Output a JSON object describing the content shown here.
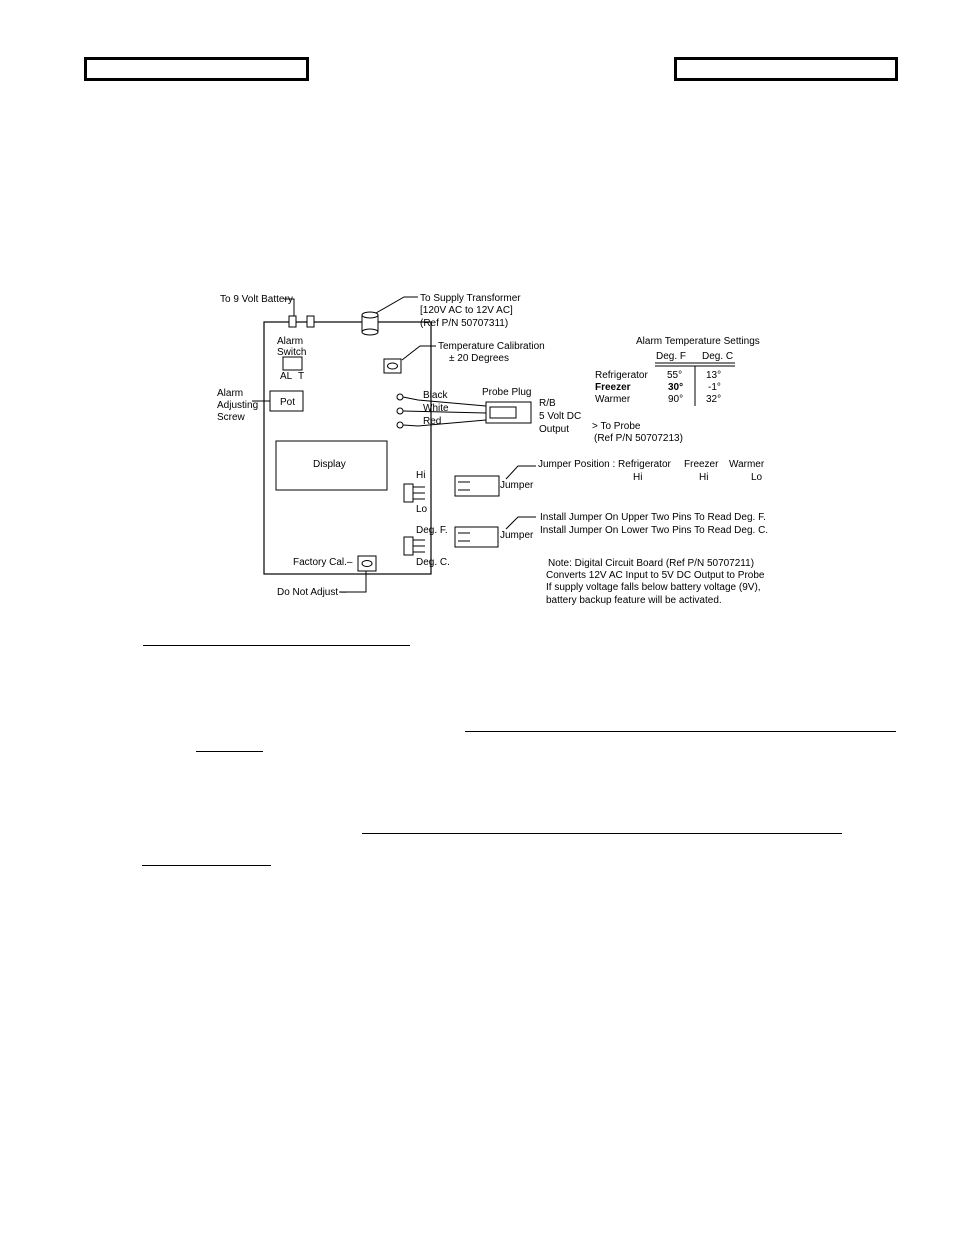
{
  "header": {
    "left_box": "",
    "right_box": ""
  },
  "diagram": {
    "to_battery": "To 9 Volt Battery",
    "to_transformer": "To Supply Transformer",
    "transformer_spec": "[120V AC to 12V AC]",
    "transformer_ref": "(Ref P/N 50707311)",
    "alarm_switch_1": "Alarm",
    "alarm_switch_2": "Switch",
    "switch_al": "AL",
    "switch_t": "T",
    "temp_cal_1": "Temperature Calibration",
    "temp_cal_2": "± 20 Degrees",
    "alarm_adj_1": "Alarm",
    "alarm_adj_2": "Adjusting",
    "alarm_adj_3": "Screw",
    "pot": "Pot",
    "probe_plug": "Probe Plug",
    "wire_black": "Black",
    "wire_white": "White",
    "wire_red": "Red",
    "rb": "R/B",
    "five_volt_1": "5 Volt DC",
    "five_volt_2": "Output",
    "display": "Display",
    "hi": "Hi",
    "lo": "Lo",
    "deg_f": "Deg. F.",
    "deg_c": "Deg. C.",
    "factory_cal": "Factory Cal.–",
    "do_not_adjust": "Do Not Adjust –",
    "jumper": "Jumper",
    "to_probe": "> To Probe",
    "probe_ref": "(Ref P/N 50707213)",
    "jumper_position": {
      "label": "Jumper Position : Refrigerator",
      "refrigerator": "Hi",
      "freezer_label": "Freezer",
      "freezer": "Hi",
      "warmer_label": "Warmer",
      "warmer": "Lo"
    },
    "install_upper": "Install Jumper On Upper Two Pins To Read Deg. F.",
    "install_lower": "Install Jumper On Lower Two Pins To Read Deg. C.",
    "note_lines": [
      "Note: Digital Circuit Board (Ref P/N 50707211)",
      "Converts 12V AC Input to 5V DC Output to Probe",
      "If supply voltage falls below battery voltage (9V),",
      "battery backup feature will be activated."
    ],
    "alarm_table": {
      "title": "Alarm Temperature Settings",
      "col_f": "Deg. F",
      "col_c": "Deg. C",
      "rows": [
        {
          "name": "Refrigerator",
          "f": "55°",
          "c": "13°"
        },
        {
          "name": "Freezer",
          "f": "30°",
          "c": "-1°"
        },
        {
          "name": "Warmer",
          "f": "90°",
          "c": "32°"
        }
      ]
    }
  }
}
